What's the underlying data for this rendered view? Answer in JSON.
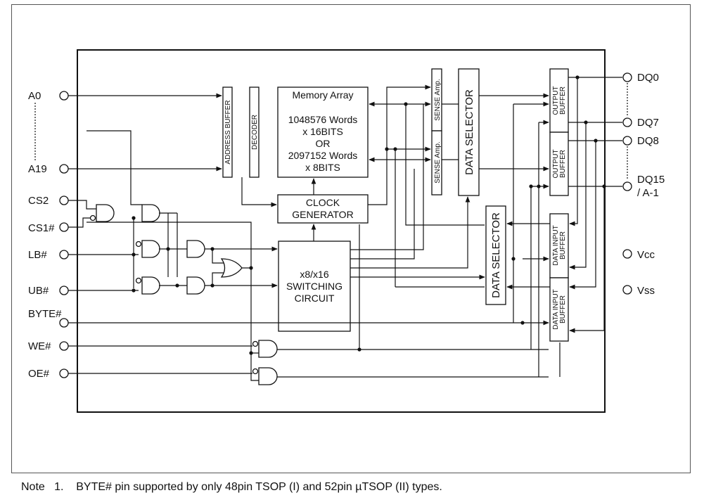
{
  "pins_left": {
    "a0": "A0",
    "a19": "A19",
    "cs2": "CS2",
    "cs1": "CS1#",
    "lb": "LB#",
    "ub": "UB#",
    "byte": "BYTE#",
    "we": "WE#",
    "oe": "OE#"
  },
  "pins_right": {
    "dq0": "DQ0",
    "dq7": "DQ7",
    "dq8": "DQ8",
    "dq15": "DQ15",
    "dq15_alt": "/ A-1",
    "vcc": "Vcc",
    "vss": "Vss"
  },
  "blocks": {
    "address_buffer": "ADDRESS BUFFER",
    "decoder": "DECODER",
    "memory_array": {
      "title": "Memory Array",
      "line1": "1048576  Words",
      "line2": "x 16BITS",
      "line3": "OR",
      "line4": "2097152 Words",
      "line5": "x 8BITS"
    },
    "sense_amp_1": "SENSE Amp.",
    "sense_amp_2": "SENSE Amp.",
    "data_selector_top": "DATA SELECTOR",
    "clock_generator": {
      "line1": "CLOCK",
      "line2": "GENERATOR"
    },
    "switching": {
      "line1": "x8/x16",
      "line2": "SWITCHING",
      "line3": "CIRCUIT"
    },
    "data_selector_bottom": "DATA SELECTOR",
    "output_buffer_1": {
      "line1": "OUTPUT",
      "line2": "BUFFER"
    },
    "output_buffer_2": {
      "line1": "OUTPUT",
      "line2": "BUFFER"
    },
    "data_input_buffer_1": {
      "line1": "DATA INPUT",
      "line2": "BUFFER"
    },
    "data_input_buffer_2": {
      "line1": "DATA INPUT",
      "line2": "BUFFER"
    }
  },
  "note": "Note   1.    BYTE# pin supported by only 48pin TSOP (I) and 52pin µTSOP (II) types."
}
